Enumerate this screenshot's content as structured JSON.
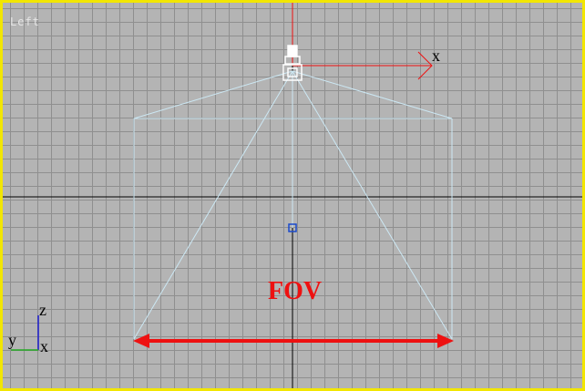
{
  "viewport": {
    "label": "Left",
    "border_color": "#f2e600",
    "background_color": "#b4b4b4",
    "grid_color": "#8f8f8f",
    "world_axis_color": "#000000"
  },
  "gizmo": {
    "x_label": "x",
    "x_axis_color": "#ee1111"
  },
  "axis_tripod": {
    "z_label": "z",
    "y_label": "y",
    "x_label": "x",
    "z_color": "#1a1acc",
    "y_color": "#22aa22"
  },
  "camera": {
    "frustum_color": "#cce8f4",
    "target_color": "#1a4acc",
    "icon": "camera-icon"
  },
  "annotation": {
    "label": "FOV",
    "color": "#ee1111"
  }
}
